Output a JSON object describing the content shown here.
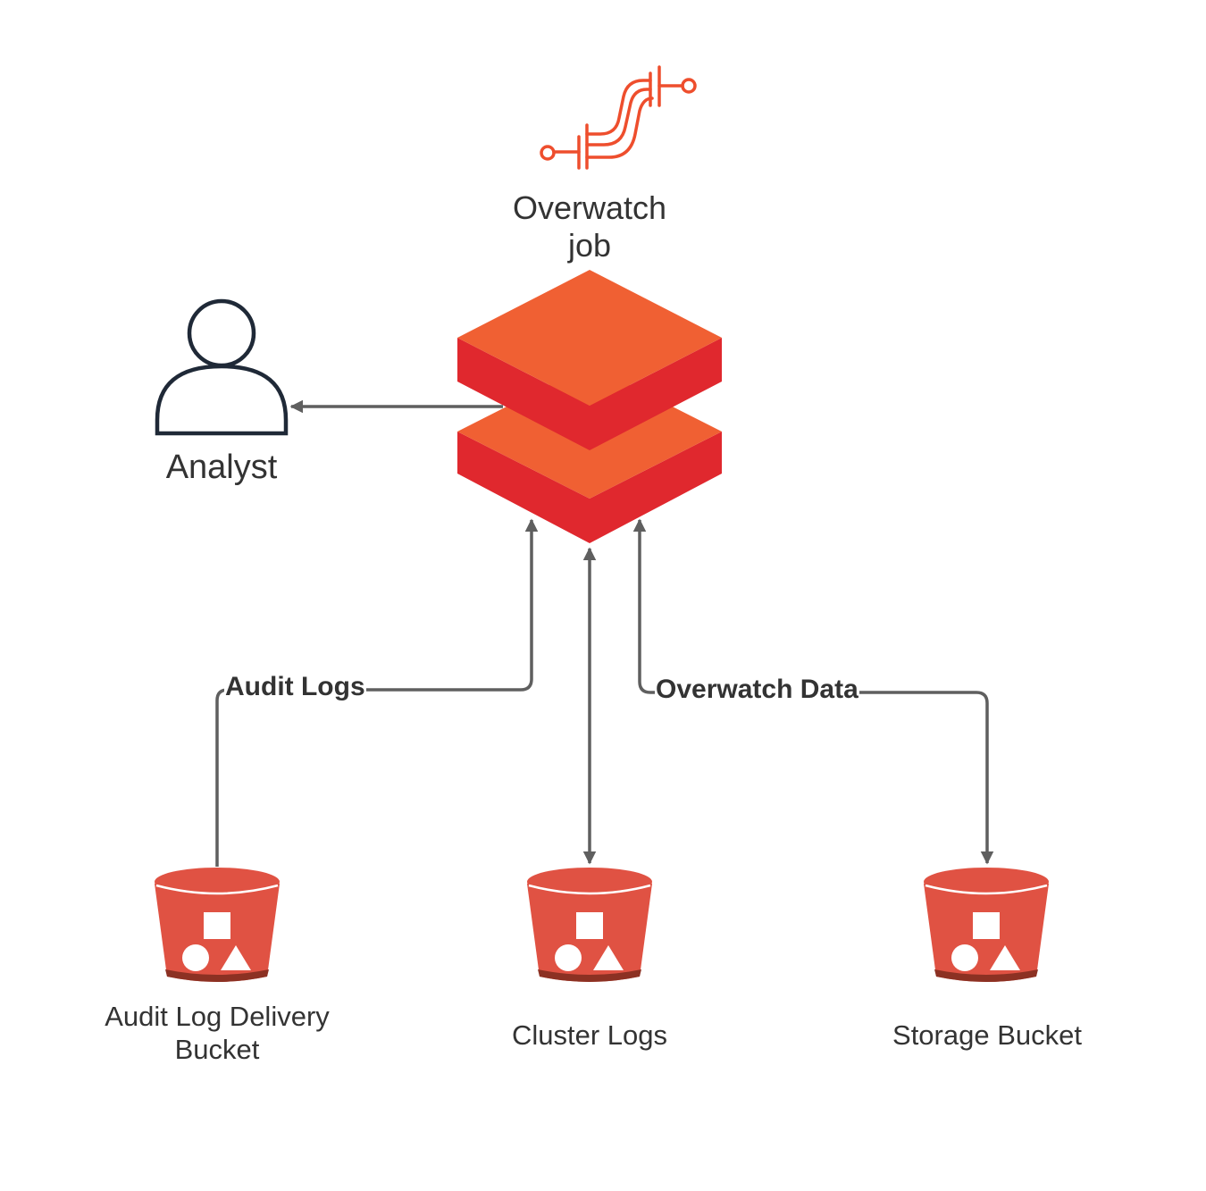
{
  "nodes": {
    "overwatch_job": {
      "label_line1": "Overwatch",
      "label_line2": "job",
      "icon": "pipeline-pipe-icon"
    },
    "platform": {
      "icon": "stacked-layers-icon"
    },
    "analyst": {
      "label": "Analyst",
      "icon": "user-icon"
    },
    "audit_bucket": {
      "label_line1": "Audit Log Delivery",
      "label_line2": "Bucket",
      "icon": "storage-bucket-icon"
    },
    "cluster_bucket": {
      "label": "Cluster Logs",
      "icon": "storage-bucket-icon"
    },
    "storage_bucket": {
      "label": "Storage Bucket",
      "icon": "storage-bucket-icon"
    }
  },
  "edges": {
    "audit": {
      "label": "Audit Logs"
    },
    "overwatch_data": {
      "label": "Overwatch Data"
    }
  },
  "colors": {
    "layer_top": "#f06033",
    "layer_side": "#e0282e",
    "bucket": "#e05243",
    "bucket_dark": "#8c3123",
    "pipe": "#ee4e2d",
    "arrow": "#5f5f5f",
    "user_outline": "#1f2937"
  }
}
